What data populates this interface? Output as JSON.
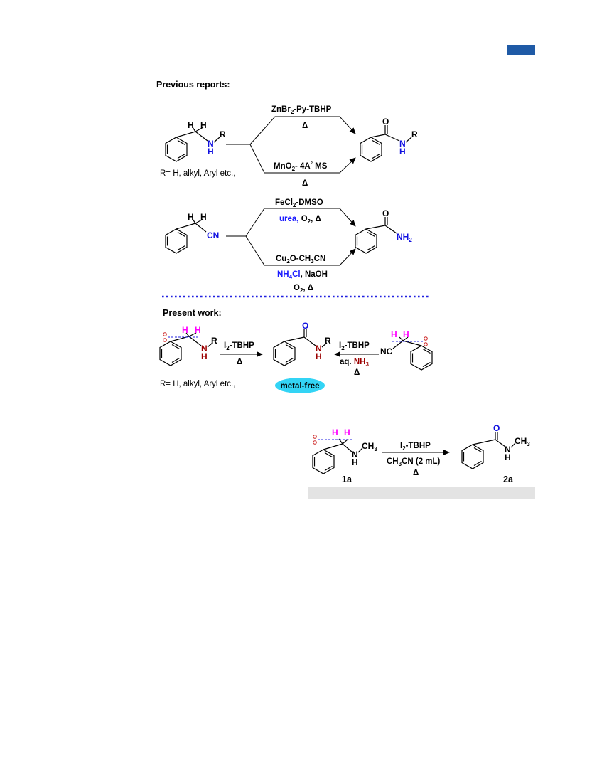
{
  "sections": {
    "previous_title": "Previous reports:",
    "present_title": "Present work:"
  },
  "scheme1": {
    "r_group_note": "R= H, alkyl, Aryl etc.,",
    "top_reagent": "ZnBr2-Py-TBHP",
    "top_condition": "Δ",
    "bottom_reagent": "MnO2- 4A° MS",
    "bottom_condition": "Δ"
  },
  "scheme2": {
    "top_reagent": "FeCl2-DMSO",
    "top_condition_a": "urea",
    "top_condition_b": "O2, Δ",
    "bottom_reagent": "Cu2O-CH3CN",
    "bottom_condition_a": "NH4Cl",
    "bottom_condition_b": "NaOH",
    "bottom_condition_c": "O2, Δ"
  },
  "present": {
    "left_reagent": "I2-TBHP",
    "left_condition": "Δ",
    "right_reagent": "I2-TBHP",
    "right_condition_a": "aq.",
    "right_condition_b": "NH3",
    "right_condition_c": "Δ",
    "r_group_note": "R= H, alkyl, Aryl etc.,",
    "badge": "metal-free"
  },
  "reaction": {
    "reagent": "I2-TBHP",
    "solvent": "CH3CN (2 mL)",
    "condition": "Δ",
    "substrate_label": "1a",
    "product_label": "2a"
  },
  "colors": {
    "rule": "#2b5c9a",
    "reagent_blue": "#1a1aff",
    "heteroatom_blue": "#1010e0",
    "amine_red": "#9b0000",
    "highlight_magenta": "#ff00ff",
    "dotted_divider": "#2020e0",
    "badge_fill": "#33d4f5",
    "scissor": "#cc2222"
  }
}
